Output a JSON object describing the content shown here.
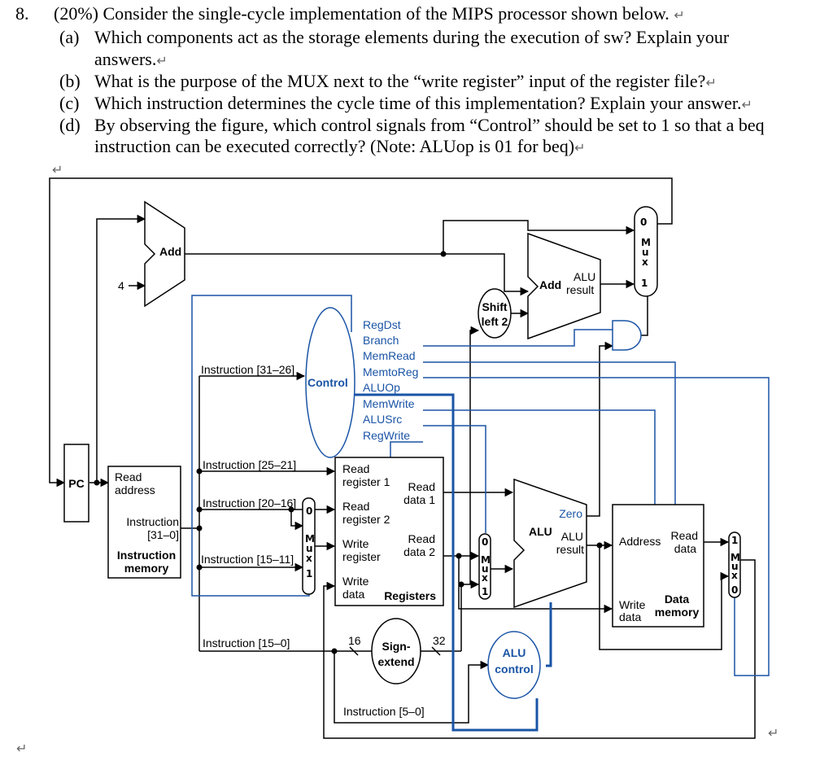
{
  "question": {
    "number": "8.",
    "header": "(20%) Consider the single-cycle implementation of the MIPS processor shown below.",
    "parts": [
      {
        "id": "(a)",
        "line1": "Which components act as the storage elements during the execution of sw? Explain your",
        "line2": "answers."
      },
      {
        "id": "(b)",
        "line1": "What is the purpose of the MUX next to the “write register” input of the register file?"
      },
      {
        "id": "(c)",
        "line1": "Which instruction determines the cycle time of this implementation? Explain your answer."
      },
      {
        "id": "(d)",
        "line1": "By observing the figure, which control signals from “Control” should be set to 1 so that a beq",
        "line2": "instruction can be executed correctly? (Note: ALUop is 01 for beq)"
      }
    ],
    "return_mark": "↵"
  },
  "diagram": {
    "pc": "PC",
    "add_top": "Add",
    "four": "4",
    "add_branch": "Add",
    "alu_result_1": "ALU",
    "alu_result_2": "result",
    "shift_1": "Shift",
    "shift_2": "left 2",
    "control": "Control",
    "control_signals": [
      "RegDst",
      "Branch",
      "MemRead",
      "MemtoReg",
      "ALUOp",
      "MemWrite",
      "ALUSrc",
      "RegWrite"
    ],
    "instr_fields": {
      "i31_26": "Instruction [31–26]",
      "i25_21": "Instruction [25–21]",
      "i20_16": "Instruction [20–16]",
      "i15_11": "Instruction [15–11]",
      "i15_0": "Instruction [15–0]",
      "i5_0": "Instruction [5–0]"
    },
    "imem": {
      "read_address_1": "Read",
      "read_address_2": "address",
      "instruction_1": "Instruction",
      "instruction_2": "[31–0]",
      "name_1": "Instruction",
      "name_2": "memory"
    },
    "regs": {
      "rr1_1": "Read",
      "rr1_2": "register 1",
      "rr2_1": "Read",
      "rr2_2": "register 2",
      "wr_1": "Write",
      "wr_2": "register",
      "wd_1": "Write",
      "wd_2": "data",
      "rd1_1": "Read",
      "rd1_2": "data 1",
      "rd2_1": "Read",
      "rd2_2": "data 2",
      "name": "Registers"
    },
    "alu": {
      "name": "ALU",
      "zero": "Zero",
      "result_1": "ALU",
      "result_2": "result"
    },
    "dmem": {
      "address": "Address",
      "read_1": "Read",
      "read_2": "data",
      "write_1": "Write",
      "write_2": "data",
      "name_1": "Data",
      "name_2": "memory"
    },
    "sign_extend_1": "Sign-",
    "sign_extend_2": "extend",
    "bits_16": "16",
    "bits_32": "32",
    "alu_control_1": "ALU",
    "alu_control_2": "control",
    "mux_labels": {
      "zero": "0",
      "one": "1",
      "m": "M",
      "u": "u",
      "x": "x"
    }
  }
}
